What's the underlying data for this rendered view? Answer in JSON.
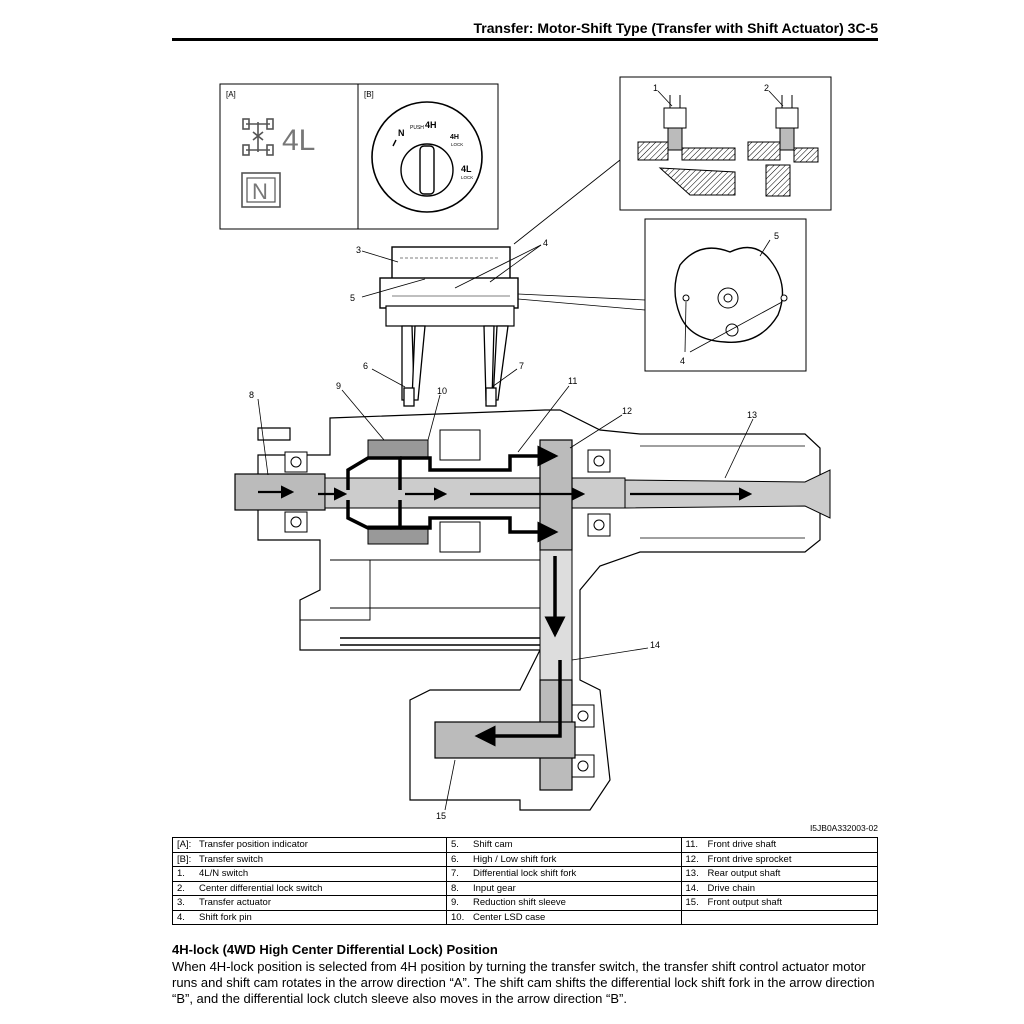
{
  "header": {
    "title": "Transfer: Motor-Shift Type (Transfer with Shift Actuator)   3C-5"
  },
  "figure": {
    "panel_a_tag": "[A]",
    "panel_b_tag": "[B]",
    "indicator_text": "4L",
    "indicator_n": "N",
    "switch_labels": {
      "n": "N",
      "h4": "4H",
      "h4lock": "4H",
      "lock1": "LOCK",
      "l4": "4L",
      "lock2": "LOCK",
      "push": "PUSH"
    },
    "callouts": {
      "c1": "1",
      "c2": "2",
      "c3": "3",
      "c4a": "4",
      "c4b": "4",
      "c5a": "5",
      "c5b": "5",
      "c6": "6",
      "c7": "7",
      "c8": "8",
      "c9": "9",
      "c10": "10",
      "c11": "11",
      "c12": "12",
      "c13": "13",
      "c14": "14",
      "c15": "15"
    },
    "code": "I5JB0A332003-02"
  },
  "legend": [
    [
      {
        "k": "[A]:",
        "v": "Transfer position indicator"
      },
      {
        "k": "5.",
        "v": "Shift cam"
      },
      {
        "k": "11.",
        "v": "Front drive shaft"
      }
    ],
    [
      {
        "k": "[B]:",
        "v": "Transfer switch"
      },
      {
        "k": "6.",
        "v": "High / Low shift fork"
      },
      {
        "k": "12.",
        "v": "Front drive sprocket"
      }
    ],
    [
      {
        "k": "1.",
        "v": "4L/N switch"
      },
      {
        "k": "7.",
        "v": "Differential lock shift fork"
      },
      {
        "k": "13.",
        "v": "Rear output shaft"
      }
    ],
    [
      {
        "k": "2.",
        "v": "Center differential lock switch"
      },
      {
        "k": "8.",
        "v": "Input gear"
      },
      {
        "k": "14.",
        "v": "Drive chain"
      }
    ],
    [
      {
        "k": "3.",
        "v": "Transfer actuator"
      },
      {
        "k": "9.",
        "v": "Reduction shift sleeve"
      },
      {
        "k": "15.",
        "v": "Front output shaft"
      }
    ],
    [
      {
        "k": "4.",
        "v": "Shift fork pin"
      },
      {
        "k": "10.",
        "v": "Center LSD case"
      },
      {
        "k": "",
        "v": ""
      }
    ]
  ],
  "section": {
    "heading": "4H-lock (4WD High Center Differential Lock) Position",
    "body": "When 4H-lock position is selected from 4H position by turning the transfer switch, the transfer shift control actuator motor runs and shift cam rotates in the arrow direction “A”. The shift cam shifts the differential lock shift fork in the arrow direction “B”, and the differential lock clutch sleeve also moves in the arrow direction “B”."
  }
}
